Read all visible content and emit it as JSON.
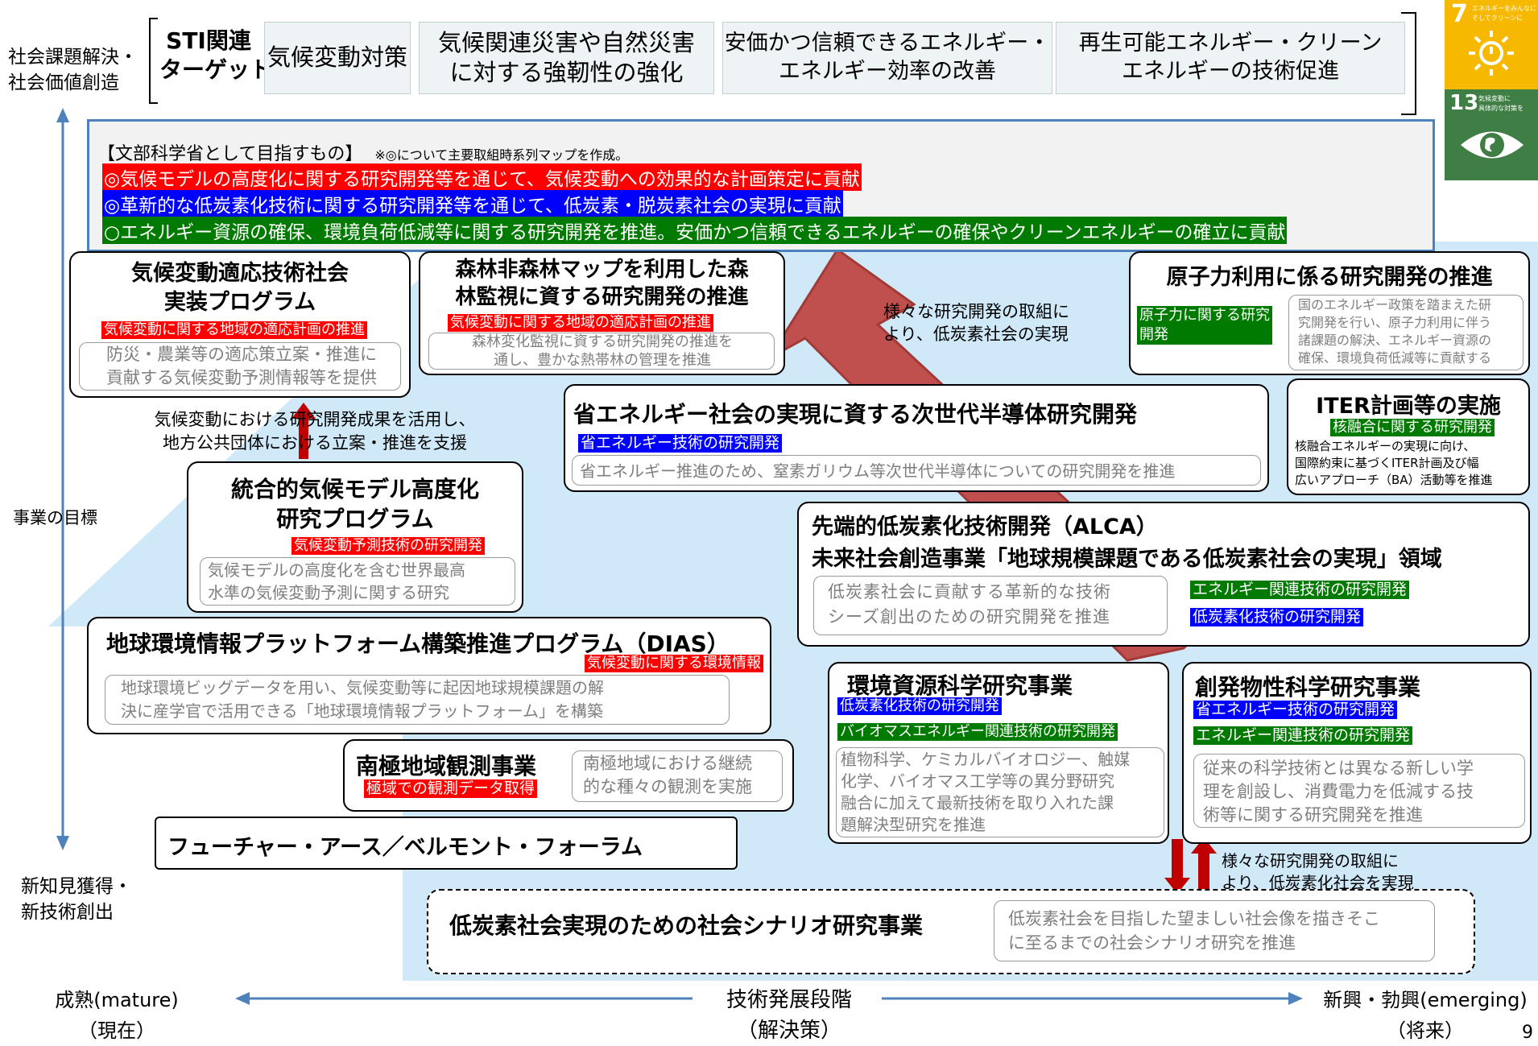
{
  "header": {
    "left_label_1": "社会課題解決・",
    "left_label_2": "社会価値創造",
    "sti_1": "STI関連",
    "sti_2": "ターゲット",
    "targets": [
      {
        "line1": "気候変動対策",
        "line2": ""
      },
      {
        "line1": "気候関連災害や自然災害",
        "line2": "に対する強靭性の強化"
      },
      {
        "line1": "安価かつ信頼できるエネルギー・",
        "line2": "エネルギー効率の改善"
      },
      {
        "line1": "再生可能エネルギー・クリーン",
        "line2": "エネルギーの技術促進"
      }
    ]
  },
  "sdg": {
    "goal7_number": "7",
    "goal7_text_1": "エネルギーをみんなに",
    "goal7_text_2": "そしてクリーンに",
    "goal13_number": "13",
    "goal13_text_1": "気候変動に",
    "goal13_text_2": "具体的な対策を",
    "goal7_color": "#f6b900",
    "goal13_color": "#3f7e44"
  },
  "goals": {
    "heading": "【文部科学省として目指すもの】",
    "note": "※◎について主要取組時系列マップを作成。",
    "line1": "◎気候モデルの高度化に関する研究開発等を通じて、気候変動への効果的な計画策定に貢献",
    "line2": "◎革新的な低炭素化技術に関する研究開発等を通じて、低炭素・脱炭素社会の実現に貢献",
    "line3": "○エネルギー資源の確保、環境負荷低減等に関する研究開発を推進。安価かつ信頼できるエネルギーの確保やクリーンエネルギーの確立に貢献"
  },
  "axis": {
    "y_label": "事業の目標",
    "y_bottom_1": "新知見獲得・",
    "y_bottom_2": "新技術創出",
    "x_left_1": "成熟(mature)",
    "x_left_2": "（現在）",
    "x_center_1": "技術発展段階",
    "x_center_2": "（解決策）",
    "x_right_1": "新興・勃興(emerging)",
    "x_right_2": "（将来）",
    "page_number": "9"
  },
  "notes": {
    "center_arrow_1": "様々な研究開発の取組に",
    "center_arrow_2": "より、低炭素社会の実現",
    "support_1": "気候変動における研究開発成果を活用し、",
    "support_2": "地方公共団体における立案・推進を支援",
    "bottom_arrow_1": "様々な研究開発の取組に",
    "bottom_arrow_2": "より、低炭素化社会を実現"
  },
  "programs": {
    "adapt": {
      "title_1": "気候変動適応技術社会",
      "title_2": "実装プログラム",
      "tag": "気候変動に関する地域の適応計画の推進",
      "desc_1": "防災・農業等の適応策立案・推進に",
      "desc_2": "貢献する気候変動予測情報等を提供"
    },
    "forest": {
      "title_1": "森林非森林マップを利用した森",
      "title_2": "林監視に資する研究開発の推進",
      "tag": "気候変動に関する地域の適応計画の推進",
      "desc_1": "森林変化監視に資する研究開発の推進を",
      "desc_2": "通し、豊かな熱帯林の管理を推進"
    },
    "nuclear": {
      "title": "原子力利用に係る研究開発の推進",
      "tag_1": "原子力に関する研究",
      "tag_2": "開発",
      "desc_1": "国のエネルギー政策を踏まえた研",
      "desc_2": "究開発を行い、原子力利用に伴う",
      "desc_3": "諸課題の解決、エネルギー資源の",
      "desc_4": "確保、環境負荷低減等に貢献する"
    },
    "semi": {
      "title": "省エネルギー社会の実現に資する次世代半導体研究開発",
      "tag": "省エネルギー技術の研究開発",
      "desc": "省エネルギー推進のため、窒素ガリウム等次世代半導体についての研究開発を推進"
    },
    "iter": {
      "title": "ITER計画等の実施",
      "tag": "核融合に関する研究開発",
      "desc_1": "核融合エネルギーの実現に向け、",
      "desc_2": "国際約束に基づくITER計画及び幅",
      "desc_3": "広いアプローチ（BA）活動等を推進"
    },
    "climate_model": {
      "title_1": "統合的気候モデル高度化",
      "title_2": "研究プログラム",
      "tag": "気候変動予測技術の研究開発",
      "desc_1": "気候モデルの高度化を含む世界最高",
      "desc_2": "水準の気候変動予測に関する研究"
    },
    "alca": {
      "title_1": "先端的低炭素化技術開発（ALCA）",
      "title_2": "未来社会創造事業「地球規模課題である低炭素社会の実現」領域",
      "desc_1": "低炭素社会に貢献する革新的な技術",
      "desc_2": "シーズ創出のための研究開発を推進",
      "tag_1": "エネルギー関連技術の研究開発",
      "tag_2": "低炭素化技術の研究開発"
    },
    "dias": {
      "title": "地球環境情報プラットフォーム構築推進プログラム（DIAS）",
      "tag": "気候変動に関する環境情報",
      "desc_1": "地球環境ビッグデータを用い、気候変動等に起因地球規模課題の解",
      "desc_2": "決に産学官で活用できる「地球環境情報プラットフォーム」を構築"
    },
    "env": {
      "title": "環境資源科学研究事業",
      "tag_1": "低炭素化技術の研究開発",
      "tag_2": "バイオマスエネルギー関連技術の研究開発",
      "desc_1": "植物科学、ケミカルバイオロジー、触媒",
      "desc_2": "化学、バイオマス工学等の異分野研究",
      "desc_3": "融合に加えて最新技術を取り入れた課",
      "desc_4": "題解決型研究を推進"
    },
    "emergent": {
      "title": "創発物性科学研究事業",
      "tag_1": "省エネルギー技術の研究開発",
      "tag_2": "エネルギー関連技術の研究開発",
      "desc_1": "従来の科学技術とは異なる新しい学",
      "desc_2": "理を創設し、消費電力を低減する技",
      "desc_3": "術等に関する研究開発を推進"
    },
    "antarctic": {
      "title": "南極地域観測事業",
      "tag": "極域での観測データ取得",
      "desc_1": "南極地域における継続",
      "desc_2": "的な種々の観測を実施"
    },
    "future_earth": {
      "title": "フューチャー・アース／ベルモント・フォーラム"
    },
    "scenario": {
      "title": "低炭素社会実現のための社会シナリオ研究事業",
      "desc_1": "低炭素社会を目指した望ましい社会像を描きそこ",
      "desc_2": "に至るまでの社会シナリオ研究を推進"
    }
  }
}
